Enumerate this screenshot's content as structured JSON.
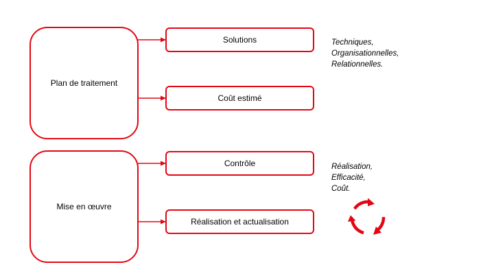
{
  "diagram": {
    "accent_color": "#e30613",
    "groups": [
      {
        "label": "Plan de traitement",
        "children": [
          "Solutions",
          "Coût estimé"
        ]
      },
      {
        "label": "Mise en œuvre",
        "children": [
          "Contrôle",
          "Réalisation et actualisation"
        ]
      }
    ],
    "notes": {
      "solutions": [
        "Techniques,",
        "Organisationnelles,",
        "Relationnelles."
      ],
      "controle": [
        "Réalisation,",
        "Efficacité,",
        "Coût."
      ]
    },
    "cycle_icon": "circular-arrows-icon"
  }
}
